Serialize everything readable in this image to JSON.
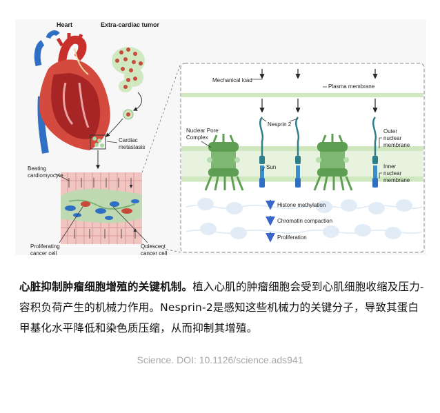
{
  "left_panel": {
    "heart_label": "Heart",
    "tumor_label": "Extra-cardiac tumor",
    "cardiac_metastasis": [
      "Cardiac",
      "metastasis"
    ],
    "beating_cardiomyocyte": [
      "Beating",
      "cardiomyocyte"
    ],
    "proliferating_cancer_cell": [
      "Proliferating",
      "cancer cell"
    ],
    "quiescent_cancer_cell": [
      "Quiescent",
      "cancer cell"
    ]
  },
  "right_panel": {
    "mechanical_load": "Mechanical load",
    "plasma_membrane": "Plasma membrane",
    "nuclear_pore_complex": [
      "Nuclear Pore",
      "Complex"
    ],
    "nesprin2": "Nesprin 2",
    "sun": "Sun",
    "outer_nuclear_membrane": [
      "Outer",
      "nuclear",
      "membrane"
    ],
    "inner_nuclear_membrane": [
      "Inner",
      "nuclear",
      "membrane"
    ],
    "outcomes": [
      "Histone methylation",
      "Chromatin compaction",
      "Proliferation"
    ]
  },
  "caption": {
    "bold": "心脏抑制肿瘤细胞增殖的关键机制。",
    "text": "植入心肌的肿瘤细胞会受到心肌细胞收缩及压力-容积负荷产生的机械力作用。Nesprin-2是感知这些机械力的关键分子，导致其蛋白甲基化水平降低和染色质压缩，从而抑制其增殖。"
  },
  "source": "Science. DOI: 10.1126/science.ads941",
  "colors": {
    "heart_red": "#c9302c",
    "vessel_blue": "#2f6fc4",
    "membrane_green": "#cfe8c0",
    "protein_teal": "#2f7f8a",
    "arrow_blue": "#3a66c9",
    "tumor_green": "#a9d6a0"
  }
}
